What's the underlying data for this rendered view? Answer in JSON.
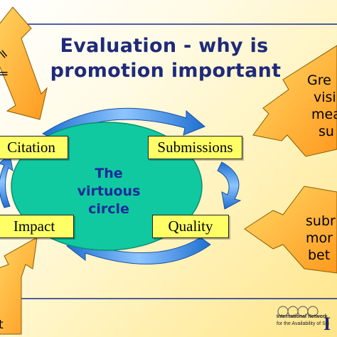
{
  "slide": {
    "title_line1": "Evaluation - why is",
    "title_line2": "promotion important",
    "boxes": {
      "citation": "Citation",
      "submissions": "Submissions",
      "impact": "Impact",
      "quality": "Quality"
    },
    "circle_lines": [
      "The",
      "virtuous",
      "circle"
    ],
    "callout_top_left": [
      "ct =",
      "="
    ],
    "callout_right_top": [
      "Gre",
      "visi",
      "mea",
      "su"
    ],
    "callout_right_bottom": [
      "subr",
      "mor",
      "bet"
    ],
    "callout_bottom_left": "t",
    "footer": {
      "org_line1": "International Network",
      "org_line2": "for the Availability of Sci",
      "logo_letter": "I"
    }
  },
  "colors": {
    "title": "#1f2a7a",
    "circle_fill": "#10c9a0",
    "circle_text": "#1a2a9a",
    "box_fill": "#ffff66",
    "callout_arrow": "#ffb733",
    "cycle_arrow": "#3f8fe0",
    "rule": "#1a2a8a"
  }
}
